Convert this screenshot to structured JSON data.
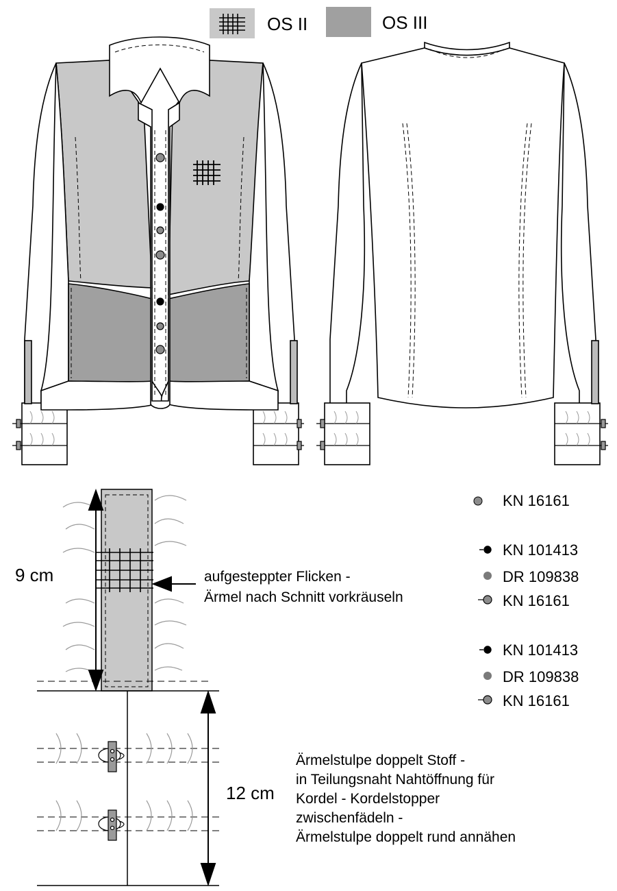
{
  "legend": [
    {
      "label": "OS II",
      "swatch": "grid",
      "color": "#c8c8c8"
    },
    {
      "label": "OS III",
      "swatch": "solid",
      "color": "#a0a0a0"
    }
  ],
  "colors": {
    "os2_fill": "#c8c8c8",
    "os3_fill": "#a0a0a0",
    "line": "#000000",
    "gather": "#9a9a9a"
  },
  "sleeve_detail": {
    "measure_patch": "9 cm",
    "measure_cuff": "12 cm",
    "patch_note": [
      "aufgesteppter Flicken -",
      "Ärmel nach Schnitt vorkräuseln"
    ],
    "cuff_note": [
      "Ärmelstulpe doppelt Stoff -",
      "in Teilungsnaht Nahtöffnung für",
      "Kordel - Kordelstopper",
      "zwischenfädeln -",
      "Ärmelstulpe doppelt rund annähen"
    ]
  },
  "button_key": [
    {
      "code": "KN 16161",
      "icon": "button-grey-icon"
    },
    {
      "code": "KN 101413",
      "icon": "button-black-icon"
    },
    {
      "code": "DR 109838",
      "icon": "button-dot-icon"
    },
    {
      "code": "KN 16161",
      "icon": "button-grey-icon"
    },
    {
      "code": "KN 101413",
      "icon": "button-black-icon"
    },
    {
      "code": "DR 109838",
      "icon": "button-dot-icon"
    },
    {
      "code": "KN 16161",
      "icon": "button-grey-icon"
    }
  ]
}
